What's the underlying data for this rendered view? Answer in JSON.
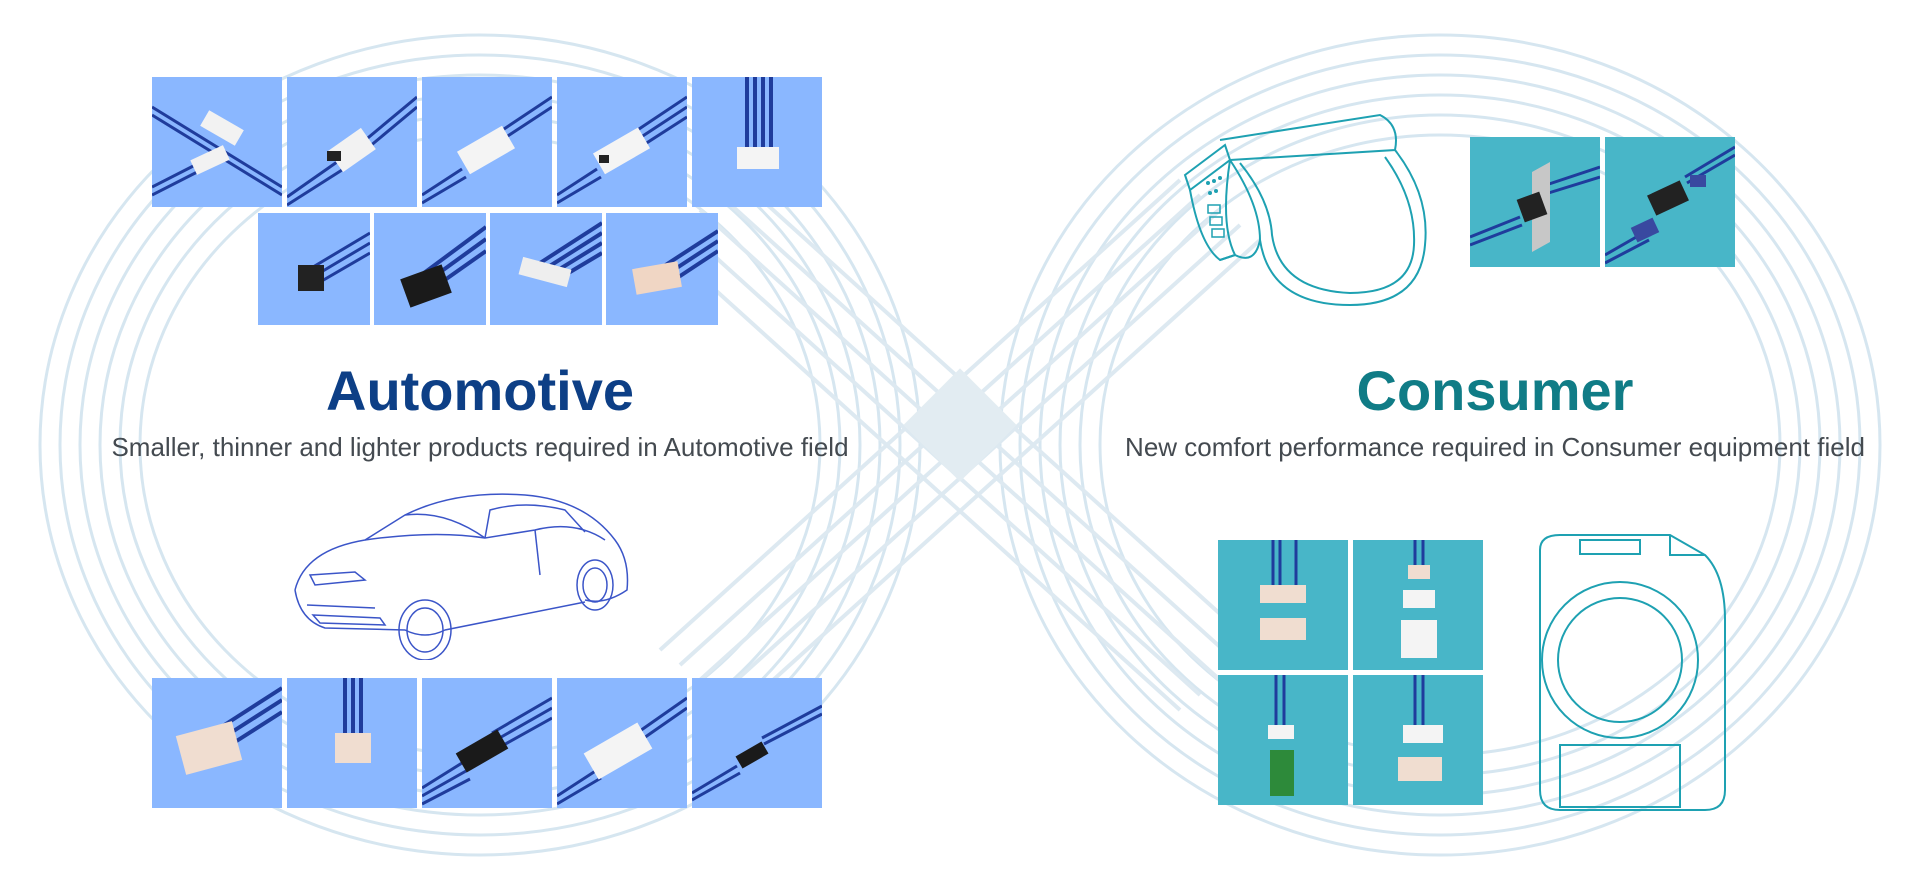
{
  "automotive": {
    "title": "Automotive",
    "subtitle": "Smaller, thinner and lighter products required in Automotive field"
  },
  "consumer": {
    "title": "Consumer",
    "subtitle": "New comfort performance required in Consumer equipment field"
  },
  "colors": {
    "automotive_accent": "#0d3f86",
    "consumer_accent": "#107c86",
    "automotive_tile": "#8ab7ff",
    "consumer_tile": "#48b6c8",
    "wire": "#1f3c9c",
    "infinity_lines": "#d6e6f0",
    "center_square": "#e2ecf2",
    "car_outline": "#3b55c8",
    "appliance_outline": "#1ea1b2"
  },
  "icons": {
    "car": "car-outline-icon",
    "toilet_seat": "toilet-seat-outline-icon",
    "washing_machine": "washing-machine-outline-icon"
  }
}
